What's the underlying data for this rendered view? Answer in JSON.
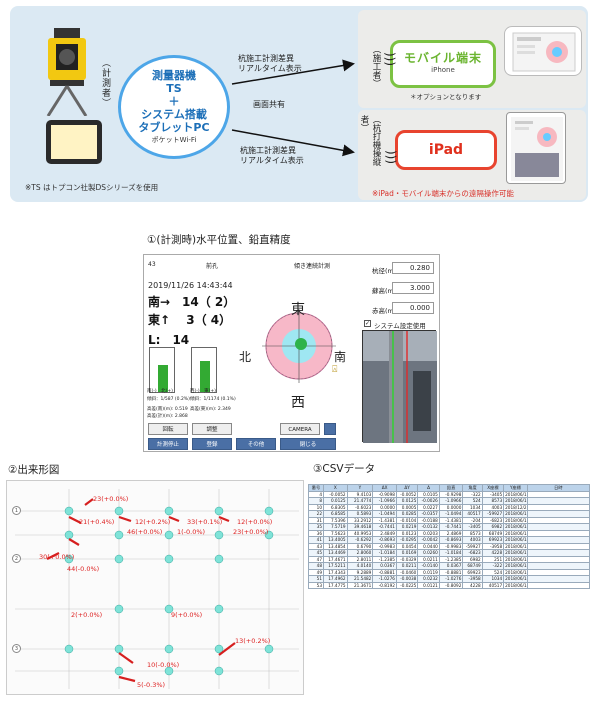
{
  "banner": {
    "surveyor_tag": "（計測者）",
    "core_lines": [
      "測量器機",
      "TS",
      "＋",
      "システム搭載",
      "タブレットPC"
    ],
    "core_sub": "ポケットWi-Fi",
    "flow_top": [
      "杭施工計測差異",
      "リアルタイム表示"
    ],
    "flow_mid": "画面共有",
    "flow_bot": [
      "杭施工計測差異",
      "リアルタイム表示"
    ],
    "operator_tag": "（施工者）",
    "mobile_title": "モバイル端末",
    "mobile_sub": "iPhone",
    "option_note": "＊オプションとなります",
    "pile_tag": "（杭打機操縦者）",
    "ipad_title": "iPad",
    "ts_note": "※TS はトプコン社製DSシリーズを使用",
    "remote_note": "※iPad・モバイル端末からの遠隔操作可能"
  },
  "section1": {
    "title": "①(計測時)水平位置、鉛直精度",
    "screen": {
      "id": "43",
      "mode_left": "前孔",
      "mode_right": "傾き連続計測",
      "datetime": "2019/11/26 14:43:44",
      "south": "南→　14（ 2）",
      "east": "東↑　 3（ 4）",
      "length": "L:　14",
      "fields": [
        {
          "label": "杭径(m):",
          "value": "0.280"
        },
        {
          "label": "蘇高(m):",
          "value": "3.000"
        },
        {
          "label": "赤高(m):",
          "value": "0.000"
        }
      ],
      "checkbox_label": "システム設定使用",
      "compass": {
        "north": "北",
        "south": "南",
        "east": "東",
        "west": "西"
      },
      "bar_left_caption": "傾斜：1/587 (0.2%)",
      "bar_right_caption": "傾斜：1/1174 (0.1%)",
      "bar_left_fill": 0.62,
      "bar_right_fill": 0.7,
      "bar_left_foot": "南(-)　北(+)",
      "bar_right_foot": "西(-)　東(+)",
      "stats": [
        "高差(南)(m): 0.519",
        "高差(東)(m): 2.349",
        "高差(計)(m): 2.868"
      ],
      "buttons_row1": [
        "回転",
        "調整",
        "CAMERA"
      ],
      "buttons_row2": [
        "計測停止",
        "登録",
        "その他",
        "閉じる"
      ]
    }
  },
  "section2": {
    "title": "②出来形図",
    "labels": [
      "23(+0.0%)",
      "21(+0.4%)",
      "12(+0.2%)",
      "33(+0.1%)",
      "12(+0.0%)",
      "46(+0.0%)",
      "1(-0.0%)",
      "23(+0.0%)",
      "30(+0.0%)",
      "44(-0.0%)",
      "13(+0.2%)",
      "10(-0.0%)",
      "5(-0.3%)",
      "2(+0.0%)",
      "9(+0.0%)"
    ]
  },
  "section3": {
    "title": "③CSVデータ",
    "headers": [
      "番号",
      "X",
      "Y",
      "ΔX",
      "ΔY",
      "Δ",
      "鉛直",
      "角度",
      "X座標",
      "Y座標",
      "日時"
    ],
    "rows": [
      [
        "4",
        "-0.0052",
        "9.4103",
        "-0.9098",
        "-0.0052",
        "0.0105",
        "-0.9298",
        "-322",
        "-3405",
        "2018/06/15 09:22:00"
      ],
      [
        "8",
        "0.0125",
        "21.4774",
        "-1.0966",
        "0.0125",
        "-0.0026",
        "-1.0966",
        "524",
        "8573",
        "2018/06/15 10:01:00"
      ],
      [
        "10",
        "6.8305",
        "-0.6023",
        "0.0000",
        "0.0005",
        "0.0227",
        "0.0000",
        "1034",
        "4003",
        "2018/12/21 10:22:00"
      ],
      [
        "22",
        "6.8585",
        "0.5893",
        "-1.0494",
        "0.0285",
        "-0.0357",
        "-1.0494",
        "40517",
        "-59927",
        "2018/06/15 10:49:00"
      ],
      [
        "31",
        "7.5396",
        "33.2912",
        "-1.4381",
        "-0.0104",
        "-0.0188",
        "-1.4381",
        "-204",
        "-6823",
        "2018/06/15 11:33:00"
      ],
      [
        "35",
        "7.5719",
        "39.4618",
        "-0.7441",
        "0.0219",
        "-0.0132",
        "-0.7441",
        "-3405",
        "6982",
        "2018/06/14 15:20:00"
      ],
      [
        "36",
        "7.5623",
        "40.9953",
        "2.4849",
        "0.0123",
        "0.0203",
        "2.4869",
        "8573",
        "68749",
        "2018/06/14 15:03:00"
      ],
      [
        "41",
        "13.4005",
        "-0.6292",
        "-0.8693",
        "-0.0295",
        "-0.0042",
        "-0.8693",
        "4003",
        "69923",
        "2018/06/14 15:29:00"
      ],
      [
        "43",
        "13.4854",
        "0.6790",
        "-0.9983",
        "0.0454",
        "0.0440",
        "-0.9983",
        "-59927",
        "-3958",
        "2018/06/14 14:07:00"
      ],
      [
        "45",
        "13.4469",
        "2.8060",
        "-1.0184",
        "0.0169",
        "0.0260",
        "-1.0184",
        "-6823",
        "4228",
        "2018/06/15 13:56:00"
      ],
      [
        "47",
        "17.4671",
        "2.8011",
        "-1.2385",
        "-0.0329",
        "0.0211",
        "-1.2385",
        "6982",
        "251",
        "2018/06/14 15:23:00"
      ],
      [
        "48",
        "17.5211",
        "4.0140",
        "0.0367",
        "0.0211",
        "-0.0140",
        "0.0367",
        "68749",
        "-322",
        "2018/06/14 11:07:00"
      ],
      [
        "49",
        "17.4343",
        "9.2889",
        "-0.8881",
        "-0.0460",
        "0.0119",
        "-0.8881",
        "69923",
        "524",
        "2018/06/14 11:47:00"
      ],
      [
        "51",
        "17.4962",
        "21.5482",
        "-1.0276",
        "-0.0038",
        "0.0232",
        "-1.0276",
        "-3958",
        "1034",
        "2018/06/14 09:56:00"
      ],
      [
        "53",
        "17.4775",
        "21.3671",
        "-0.8192",
        "-0.0225",
        "0.0121",
        "-0.8092",
        "4228",
        "40517",
        "2018/06/14 10:27:00"
      ]
    ]
  },
  "colors": {
    "accent_blue": "#4da6e8",
    "green": "#7cc243",
    "red": "#e8442f"
  }
}
